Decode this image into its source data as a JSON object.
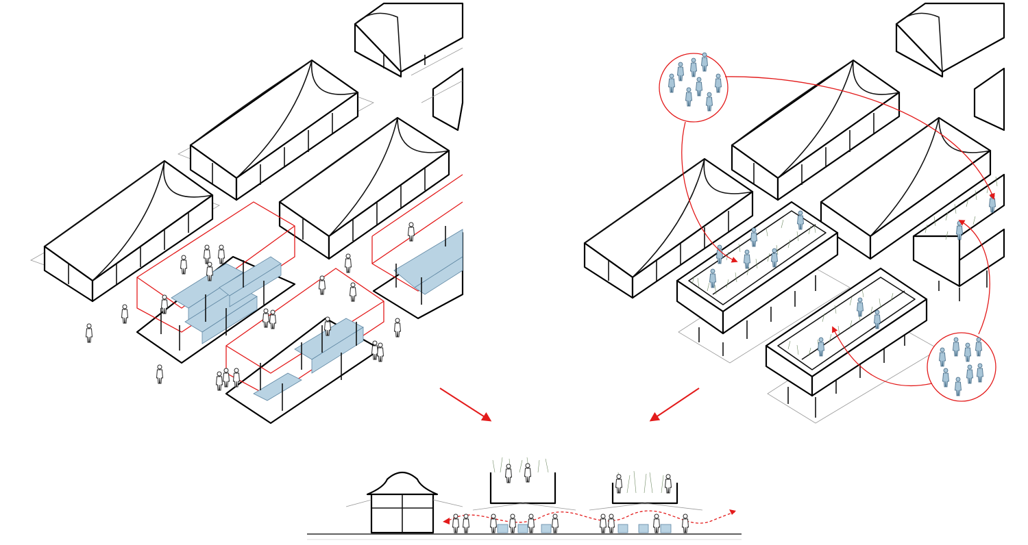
{
  "diagram": {
    "panels": [
      "market-halls-with-temporary-stalls",
      "market-halls-with-elevated-planted-volumes",
      "section-comparison"
    ],
    "colors": {
      "line": "#111111",
      "accent": "#e31b1b",
      "stall_fill": "#b9d3e3",
      "people_fill": "#a9c6d8",
      "vegetation": "#6f8a62"
    },
    "icons": [
      "arrow-down-left-icon",
      "arrow-down-right-icon",
      "people-cluster-icon"
    ]
  }
}
